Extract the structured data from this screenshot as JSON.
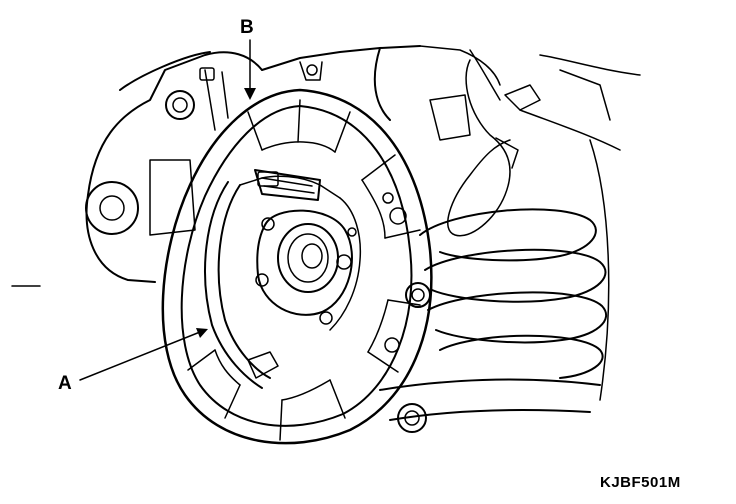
{
  "figure": {
    "callouts": [
      {
        "id": "A",
        "label": "A"
      },
      {
        "id": "B",
        "label": "B"
      }
    ],
    "figure_code": "KJBF501M",
    "colors": {
      "ink": "#000000",
      "paper": "#ffffff"
    }
  }
}
